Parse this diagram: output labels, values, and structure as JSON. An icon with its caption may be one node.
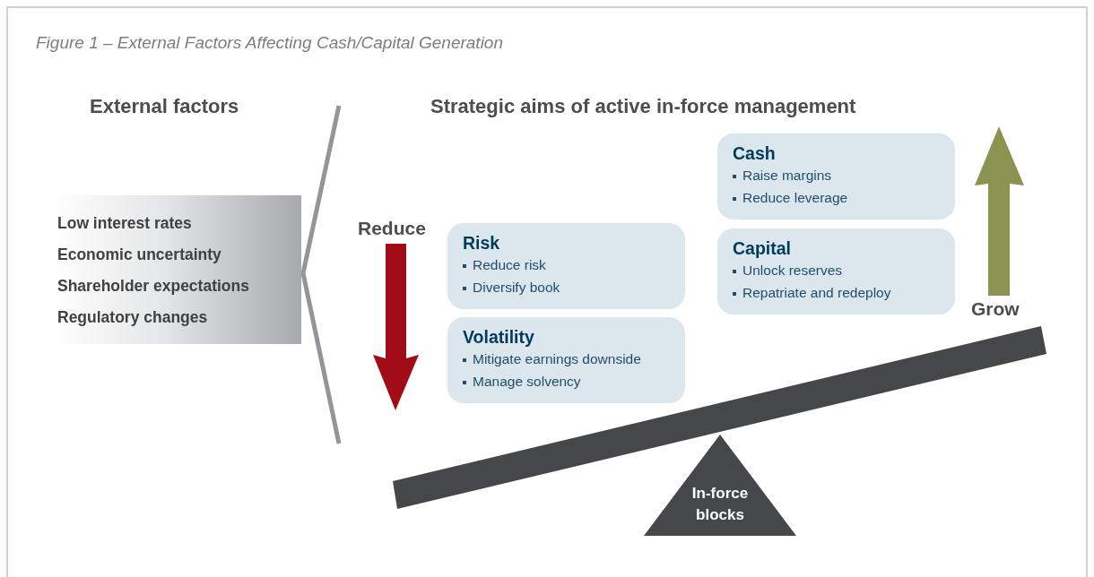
{
  "diagram": {
    "title": "Figure 1 – External Factors Affecting Cash/Capital Generation",
    "nodes": [
      {
        "text": [
          "Low interest rates",
          "Economic uncertainty",
          "Shareholder expectations",
          "Regulatory changes"
        ]
      },
      {
        "text": [
          "Risk",
          "Reduce risk",
          "Diversify book"
        ]
      },
      {
        "text": [
          "Volatility",
          "Mitigate earnings downside",
          "Manage solvency"
        ]
      },
      {
        "text": [
          "Cash",
          "Raise margins",
          "Reduce leverage"
        ]
      },
      {
        "text": [
          "Capital",
          "Unlock reserves",
          "Repatriate and redeploy"
        ]
      },
      {
        "text": [
          "In-force blocks"
        ]
      }
    ],
    "edges": [],
    "labels": [
      "External factors",
      "Strategic aims of active in-force management",
      "Reduce",
      "Grow"
    ]
  }
}
